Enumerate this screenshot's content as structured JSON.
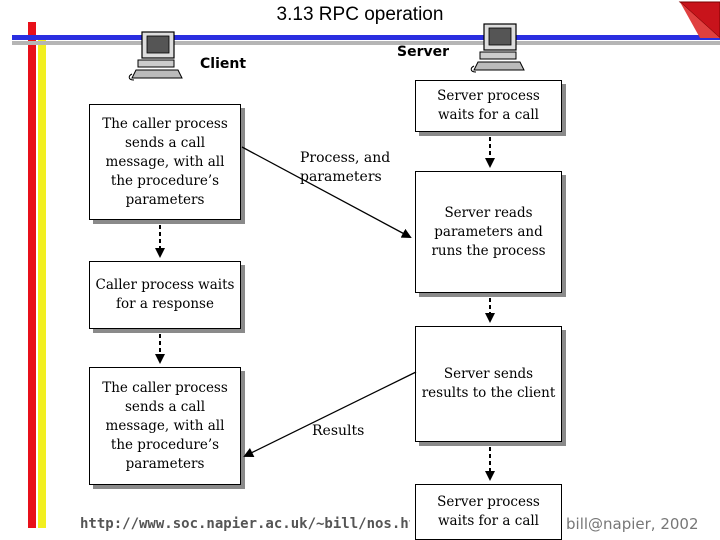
{
  "title": "3.13 RPC operation",
  "client_label": "Client",
  "server_label": "Server",
  "boxes": {
    "client_send_1": "The caller process sends a call message, with all the procedure’s parameters",
    "client_wait": "Caller process waits for a response",
    "client_send_2": "The caller process sends a call message, with all the procedure’s parameters",
    "server_wait_1": "Server process waits for a call",
    "server_reads": "Server reads parameters and runs the process",
    "server_sends": "Server sends results to the client",
    "server_wait_2": "Server process waits for a call"
  },
  "arrow_labels": {
    "request": "Process, and parameters",
    "results": "Results"
  },
  "footer": {
    "url": "http://www.soc.napier.ac.uk/~bill/nos.html",
    "credit": "bill@napier, 2002"
  },
  "icons": {
    "computer": "computer-icon",
    "corner": "corner-triangle-icon"
  },
  "colors": {
    "red": "#e8101a",
    "yellow": "#f2ef1f",
    "blue": "#2a2ee0",
    "gray": "#b5b5b5",
    "shadow": "#8a8a8a"
  }
}
